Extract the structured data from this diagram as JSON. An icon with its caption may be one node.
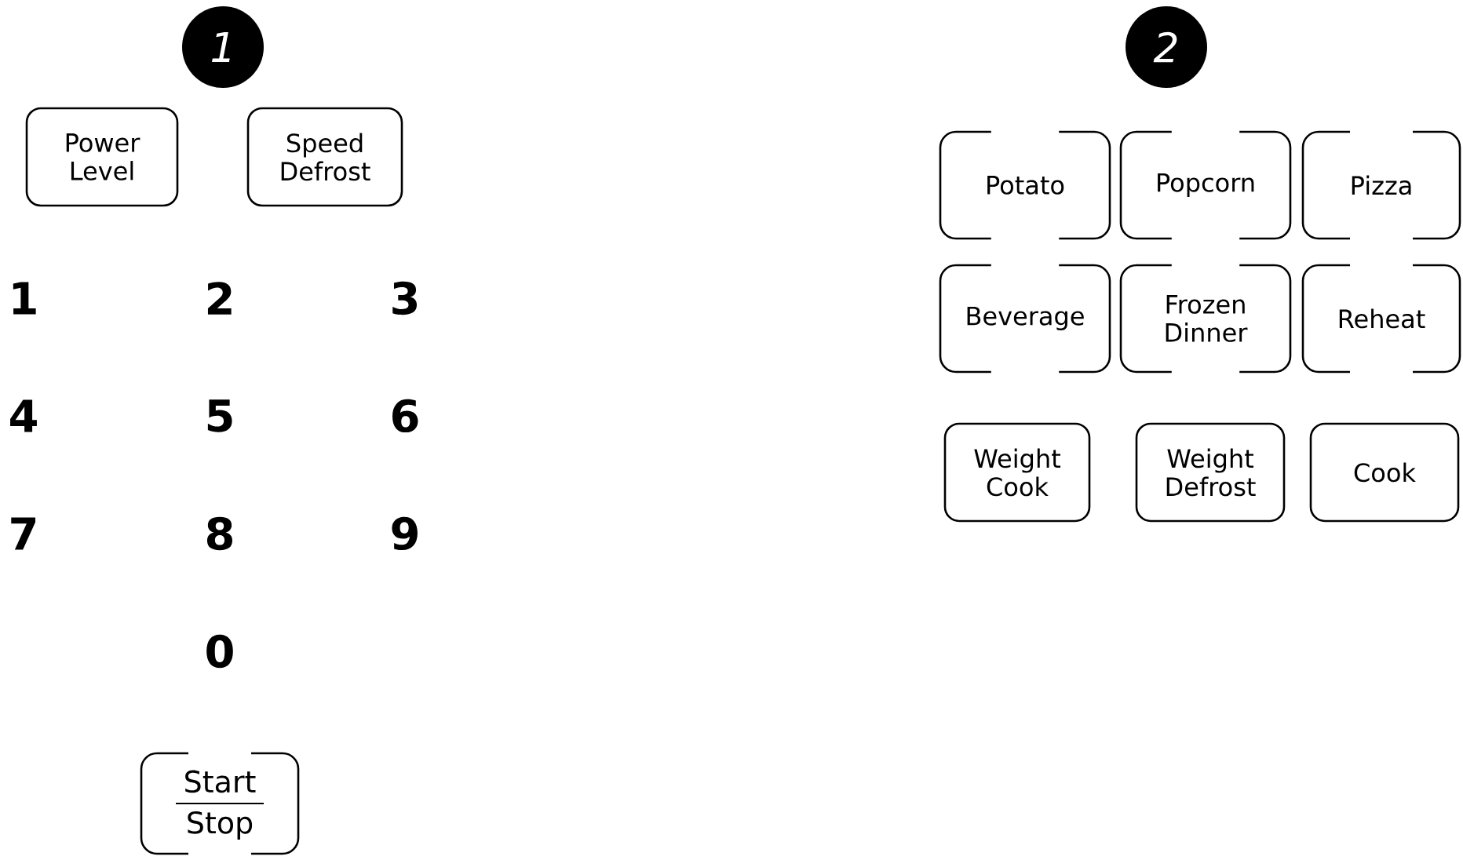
{
  "diagram": {
    "nodes": [
      {
        "text": [
          "1"
        ]
      },
      {
        "text": [
          "Power Level"
        ]
      },
      {
        "text": [
          "Speed Defrost"
        ]
      },
      {
        "text": [
          "Start",
          "Stop"
        ]
      },
      {
        "text": [
          "2"
        ]
      },
      {
        "text": [
          "Potato"
        ]
      },
      {
        "text": [
          "Popcorn"
        ]
      },
      {
        "text": [
          "Pizza"
        ]
      },
      {
        "text": [
          "Beverage"
        ]
      },
      {
        "text": [
          "Frozen Dinner"
        ]
      },
      {
        "text": [
          "Reheat"
        ]
      },
      {
        "text": [
          "Weight Cook"
        ]
      },
      {
        "text": [
          "Weight Defrost"
        ]
      },
      {
        "text": [
          "Cook"
        ]
      }
    ],
    "labels": [
      "1",
      "2",
      "3",
      "4",
      "5",
      "6",
      "7",
      "8",
      "9",
      "0"
    ]
  }
}
